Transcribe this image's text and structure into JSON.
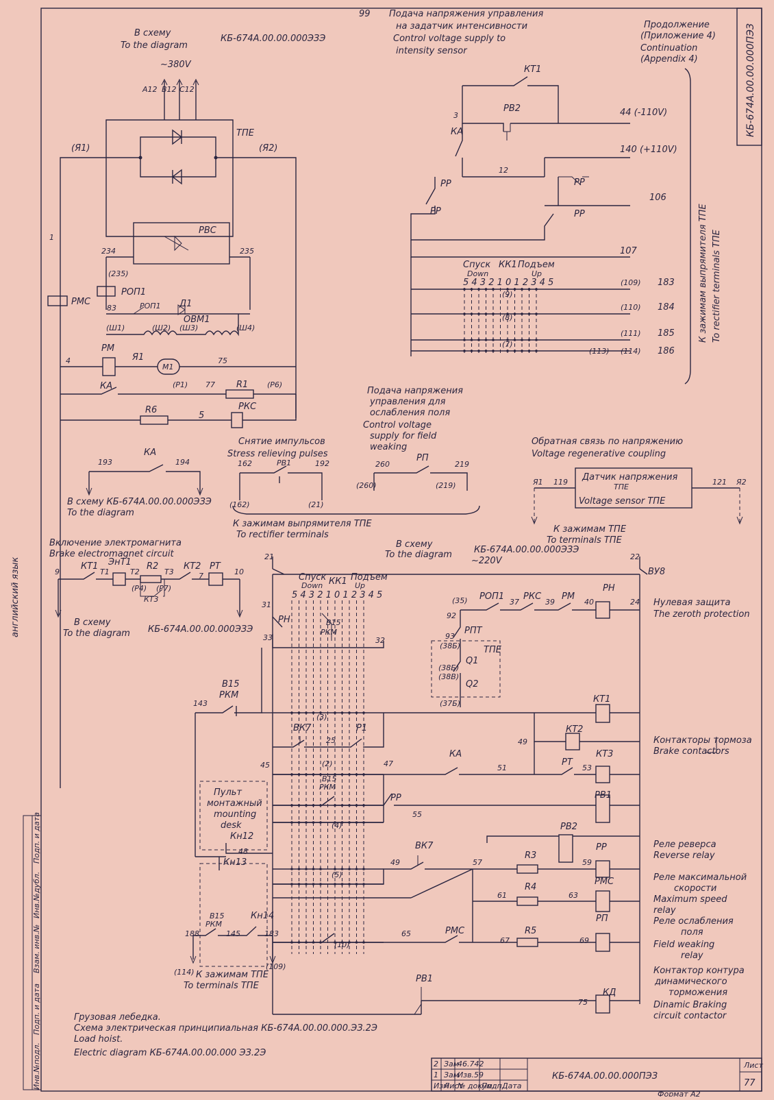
{
  "sheet": {
    "side_code": "КБ-674А.00.00.000ПЭЗ",
    "page_number": "99",
    "continuation": [
      "Продолжение",
      "(Приложение 4)",
      "Continuation",
      "(Appendix 4)"
    ],
    "side_vertical_label": [
      "К зажимам выпрямителя ТПЕ",
      "To rectifier terminals ТПЕ"
    ],
    "left_vertical": "английский язык",
    "margin_stamps": [
      "Инв.№подл.",
      "Подп. и дата",
      "Взам. инв.№",
      "Инв.№дубл.",
      "Подп. и дата"
    ]
  },
  "top_left": {
    "to_scheme_ru": "В схему",
    "to_scheme_en": "To the diagram",
    "scheme_code": "КБ-674А.00.00.000ЭЗЭ",
    "voltage": "~380V",
    "phases": [
      "А12",
      "В12",
      "С12"
    ],
    "tpe": "ТПЕ",
    "ya1": "(Я1)",
    "ya2": "(Я2)",
    "rvs": "РВС",
    "n234": "234",
    "n235": "235",
    "n235p": "(235)",
    "rop1": "РОП1",
    "rop1_small": "РОП1",
    "d1": "Д1",
    "n83": "83",
    "rms": "РМС",
    "n1": "1",
    "ovm1": "ОВМ1",
    "sh": [
      "(Ш1)",
      "(Ш2)",
      "(Ш3)",
      "(Ш4)"
    ],
    "rm": "РМ",
    "ya1b": "Я1",
    "m1": "М1",
    "n4": "4",
    "n75": "75",
    "ka": "КА",
    "p1": "(Р1)",
    "n77": "77",
    "r1": "R1",
    "p6": "(Р6)",
    "rks": "РКС",
    "r6": "R6",
    "n5": "5"
  },
  "top_right": {
    "title_ru": [
      "Подача напряжения управления",
      "на задатчик интенсивности"
    ],
    "title_en": [
      "Control voltage supply to",
      "intensity sensor"
    ],
    "kt1": "КТ1",
    "rv2": "РВ2",
    "n3": "3",
    "ka": "КА",
    "n44": "44 (-110V)",
    "n140": "140 (+110V)",
    "n12": "12",
    "rr": "РР",
    "n106": "106",
    "n107": "107",
    "kk1_head": [
      "Спуск",
      "КК1",
      "Подъем"
    ],
    "kk1_head_en": [
      "Down",
      "Up"
    ],
    "kk1_digits": "5 4 3 2 1 0 1 2 3 4 5",
    "rows": [
      {
        "left": "(9)",
        "mid": "(109)",
        "right": "183"
      },
      {
        "left": "(8)",
        "mid": "(110)",
        "right": "184"
      },
      {
        "left": "(7)",
        "mid": "(111)",
        "right": "185"
      },
      {
        "left": "(113)",
        "mid": "(114)",
        "right": "186"
      }
    ]
  },
  "mid_left": {
    "ka": "КА",
    "n193": "193",
    "n194": "194",
    "to_scheme_ru": "В схему КБ-674А.00.00.000ЭЗЭ",
    "to_scheme_en": "To the diagram",
    "stress_ru": "Снятие импульсов",
    "stress_en": "Stress relieving pulses",
    "n162": "162",
    "rv1": "РВ1",
    "n192": "192",
    "n162p": "(162)",
    "n21p": "(21)",
    "field_ru": [
      "Подача напряжения",
      "управления для",
      "ослабления поля"
    ],
    "field_en": [
      "Control voltage",
      "supply for field",
      "weaking"
    ],
    "n260": "260",
    "rp": "РП",
    "n219": "219",
    "n260p": "(260)",
    "n219p": "(219)",
    "rect_ru": "К зажимам выпрямителя ТПЕ",
    "rect_en": "To rectifier terminals"
  },
  "mid_right": {
    "title_ru": "Обратная связь по напряжению",
    "title_en": "Voltage regenerative coupling",
    "ya1": "Я1",
    "n119": "119",
    "sensor_ru": "Датчик напряжения",
    "sensor_tpe": "ТПЕ",
    "sensor_en": "Voltage sensor ТПЕ",
    "n121": "121",
    "ya2": "Я2",
    "to_ru": "К зажимам ТПЕ",
    "to_en": "To terminals ТПЕ"
  },
  "brake": {
    "title_ru": "Включение электромагнита",
    "title_en": "Brake electromagnet circuit",
    "n9": "9",
    "kt1": "КТ1",
    "ent1": "ЭнТ1",
    "t1": "Т1",
    "t2": "Т2",
    "r2": "R2",
    "t3": "Т3",
    "kt2": "КТ2",
    "rt": "РТ",
    "n7": "7",
    "n10": "10",
    "r4p": "(Р4)",
    "r7p": "(Р7)",
    "kt3": "КТ3",
    "to_ru": "В схему",
    "to_en": "To the diagram",
    "code": "КБ-674А.00.00.000ЭЗЭ"
  },
  "control": {
    "header_ru": "В схему",
    "header_en": "To the diagram",
    "header_code": "КБ-674А.00.00.000ЭЗЭ",
    "header_volt": "~220V",
    "n21": "21",
    "n22": "22",
    "vu8": "ВУ8",
    "kk1_head": [
      "Спуск",
      "КК1",
      "Подъем"
    ],
    "kk1_head_en": [
      "Down",
      "Up"
    ],
    "kk1_digits": "5 4 3 2 1 0 1 2 3 4 5",
    "n31": "31",
    "n33": "33",
    "n32": "32",
    "rn": "РН",
    "v15": "В15",
    "rkm": "РКМ",
    "n35p": "(35)",
    "n92": "92",
    "rop1": "РОП1",
    "n37": "37",
    "rks": "РКС",
    "n39": "39",
    "rm": "РМ",
    "n40": "40",
    "rn2": "РН",
    "n24": "24",
    "zero_ru": "Нулевая защита",
    "zero_en": "The zeroth protection",
    "rpt": "РПТ",
    "n93": "93",
    "n38p": "(38Б)",
    "tpe": "ТПЕ",
    "q1": "Q1",
    "n38bp": "(38Б)",
    "n38vp": "(38В)",
    "q2": "Q2",
    "n37bp": "(37Б)",
    "n143": "143",
    "v15b": "В15",
    "rkmb": "РКМ",
    "kt1": "КТ1",
    "n3p": "(3)",
    "vk7": "ВК7",
    "n25": "25",
    "p1": "Р1",
    "kt2": "КТ2",
    "n49": "49",
    "brake_ru": "Контакторы тормоза",
    "brake_en": "Brake contactors",
    "n45": "45",
    "n2p": "(2)",
    "n47": "47",
    "ka": "КА",
    "n51": "51",
    "rt": "РТ",
    "n53": "53",
    "kt3": "КТ3",
    "desk_ru": [
      "Пульт",
      "монтажный"
    ],
    "desk_en": [
      "mounting",
      "desk"
    ],
    "v15c": "В15",
    "rkmc": "РКМ",
    "rr": "РР",
    "rv1": "РВ1",
    "n4p": "(4)",
    "n55": "55",
    "kn12": "Кн12",
    "rv2": "РВ2",
    "rev_ru": "Реле реверса",
    "rev_en": "Reverse relay",
    "n48": "48",
    "kn13": "Кн13",
    "n5p": "(5)",
    "vk7b": "ВК7",
    "n49b": "49",
    "n57": "57",
    "r3": "R3",
    "n59": "59",
    "rr2": "РР",
    "maxs_ru": [
      "Реле максимальной",
      "скорости"
    ],
    "maxs_en": [
      "Maximum speed",
      "relay"
    ],
    "n61": "61",
    "r4": "R4",
    "n63": "63",
    "rms": "РМС",
    "v15d": "В15",
    "rkmd": "РКМ",
    "kn14": "Кн14",
    "n188": "188",
    "n145": "145",
    "n183": "183",
    "n10p": "(10)",
    "n65": "65",
    "rmsb": "РМС",
    "n67": "67",
    "r5": "R5",
    "n69": "69",
    "rp": "РП",
    "weak_ru": [
      "Реле ослабления",
      "поля"
    ],
    "weak_en": [
      "Field weaking",
      "relay"
    ],
    "n114p": "(114)",
    "n109p": "(109)",
    "to_ru": "К зажимам ТПЕ",
    "to_en": "To terminals ТПЕ",
    "rv1b": "РВ1",
    "n75": "75",
    "kd": "КД",
    "dyn_ru": [
      "Контактор контура",
      "динамического",
      "торможения"
    ],
    "dyn_en": [
      "Dinamic Braking",
      "circuit contactor"
    ]
  },
  "footer": {
    "title": [
      "Грузовая лебедка.",
      "Схема электрическая принципиальная КБ-674А.00.00.000.ЭЗ.2Э",
      "Load hoist.",
      "Electric diagram КБ-674А.00.00.000 ЭЗ.2Э"
    ],
    "stamp_code": "КБ-674А.00.00.000ПЭЗ",
    "stamp_rows": [
      [
        "2",
        "Зам",
        "46.742",
        "",
        ""
      ],
      [
        "1",
        "Зам",
        "Изв.59",
        "",
        ""
      ],
      [
        "Изм",
        "Лист",
        "№ докум.",
        "Подп.",
        "Дата"
      ]
    ],
    "sheet_label": "Лист",
    "sheet_num": "77",
    "format": "Формат А2"
  }
}
